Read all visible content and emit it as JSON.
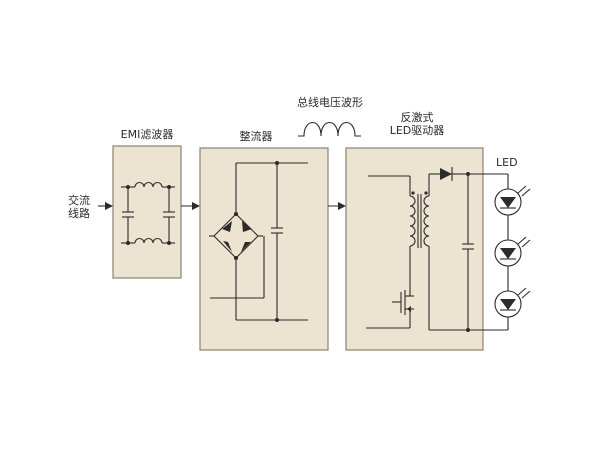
{
  "labels": {
    "ac_input": [
      "交流",
      "线路"
    ],
    "emi_filter": "EMI滤波器",
    "rectifier": "整流器",
    "bus_voltage_waveform": "总线电压波形",
    "flyback_driver": [
      "反激式",
      "LED驱动器"
    ],
    "led": "LED"
  },
  "colors": {
    "block_fill": "#ede3d1",
    "block_stroke": "#8a8276",
    "wire": "#2b2b2b",
    "text": "#2a2a2a"
  }
}
